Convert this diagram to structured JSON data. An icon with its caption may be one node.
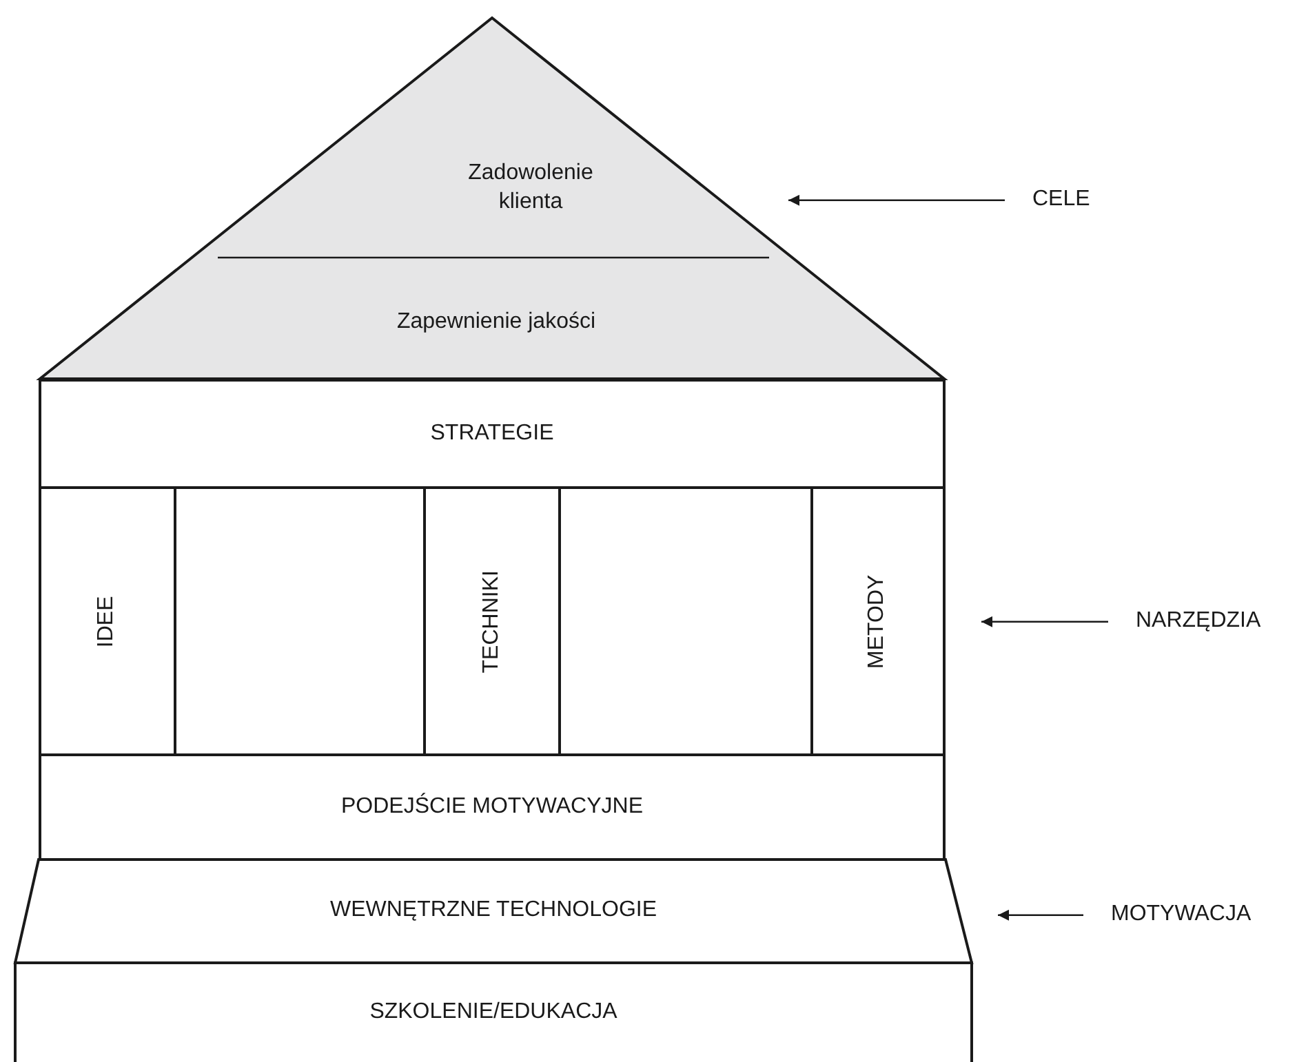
{
  "diagram": {
    "nodes": [
      {
        "text": [
          "Zadowolenie klienta",
          "Zapewnienie jakości"
        ]
      },
      {
        "text": [
          "CELE"
        ]
      },
      {
        "text": [
          "STRATEGIE"
        ]
      },
      {
        "text": [
          "IDEE"
        ]
      },
      {
        "text": [],
        "shape": "box"
      },
      {
        "text": [
          "TECHNIKI"
        ]
      },
      {
        "text": [],
        "shape": "box"
      },
      {
        "text": [
          "METODY"
        ]
      },
      {
        "text": [
          "NARZĘDZIA"
        ]
      },
      {
        "text": [
          "PODEJŚCIE MOTYWACYJNE"
        ]
      },
      {
        "text": [
          "WEWNĘTRZNE TECHNOLOGIE"
        ]
      },
      {
        "text": [
          "MOTYWACJA"
        ]
      },
      {
        "text": [
          "SZKOLENIE/EDUKACJA"
        ]
      }
    ],
    "edges": [
      {
        "from": 1,
        "to": null,
        "arrow": "to"
      },
      {
        "from": 8,
        "to": null,
        "arrow": "to"
      },
      {
        "from": 11,
        "to": null,
        "arrow": "to"
      }
    ]
  }
}
